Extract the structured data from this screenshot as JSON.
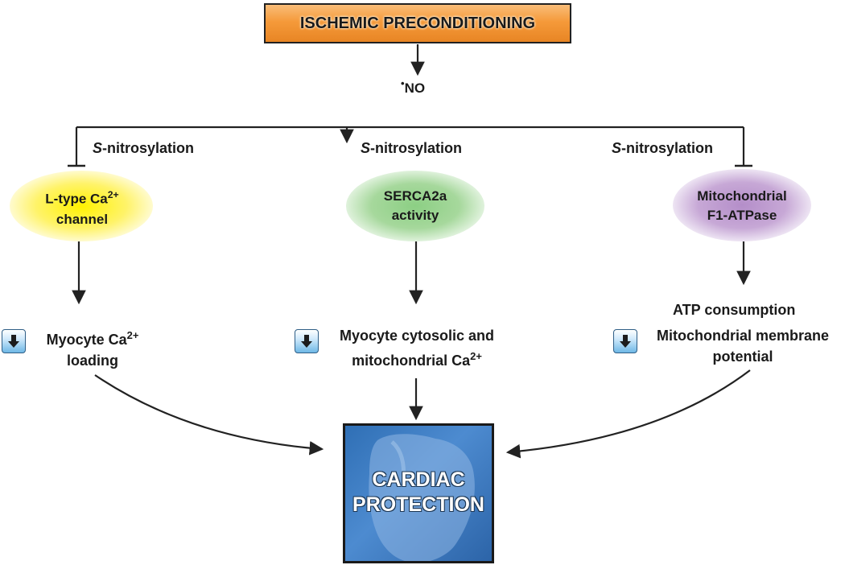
{
  "top": {
    "label": "ISCHEMIC PRECONDITIONING"
  },
  "mediator": {
    "dot": "•",
    "label": "NO"
  },
  "branches": [
    {
      "modification_prefix": "S",
      "modification_suffix": "-nitrosylation",
      "effect": "inhibit",
      "target": {
        "line1": "L-type Ca",
        "line1_sup": "2+",
        "line2": "channel",
        "color": "#fff36a"
      },
      "outcome": {
        "line1": "Myocyte Ca",
        "line1_sup": "2+",
        "line2": "loading"
      }
    },
    {
      "modification_prefix": "S",
      "modification_suffix": "-nitrosylation",
      "effect": "activate",
      "target": {
        "line1": "SERCA2a",
        "line2": "activity",
        "color": "#a6d89c"
      },
      "outcome": {
        "line1": "Myocyte cytosolic and",
        "line2": "mitochondrial Ca",
        "line2_sup": "2+"
      }
    },
    {
      "modification_prefix": "S",
      "modification_suffix": "-nitrosylation",
      "effect": "inhibit",
      "target": {
        "line1": "Mitochondrial",
        "line2": "F1-ATPase",
        "color": "#c7a8d6"
      },
      "outcome": {
        "pre": "ATP consumption",
        "line1": "Mitochondrial membrane",
        "line2": "potential"
      }
    }
  ],
  "decrease_icon": "down-arrow-icon",
  "result": {
    "line1": "CARDIAC",
    "line2": "PROTECTION"
  },
  "colors": {
    "top_box": "#f59a3a",
    "result_box": "#3a78c0",
    "decrease_icon": "#6fb8e6"
  }
}
